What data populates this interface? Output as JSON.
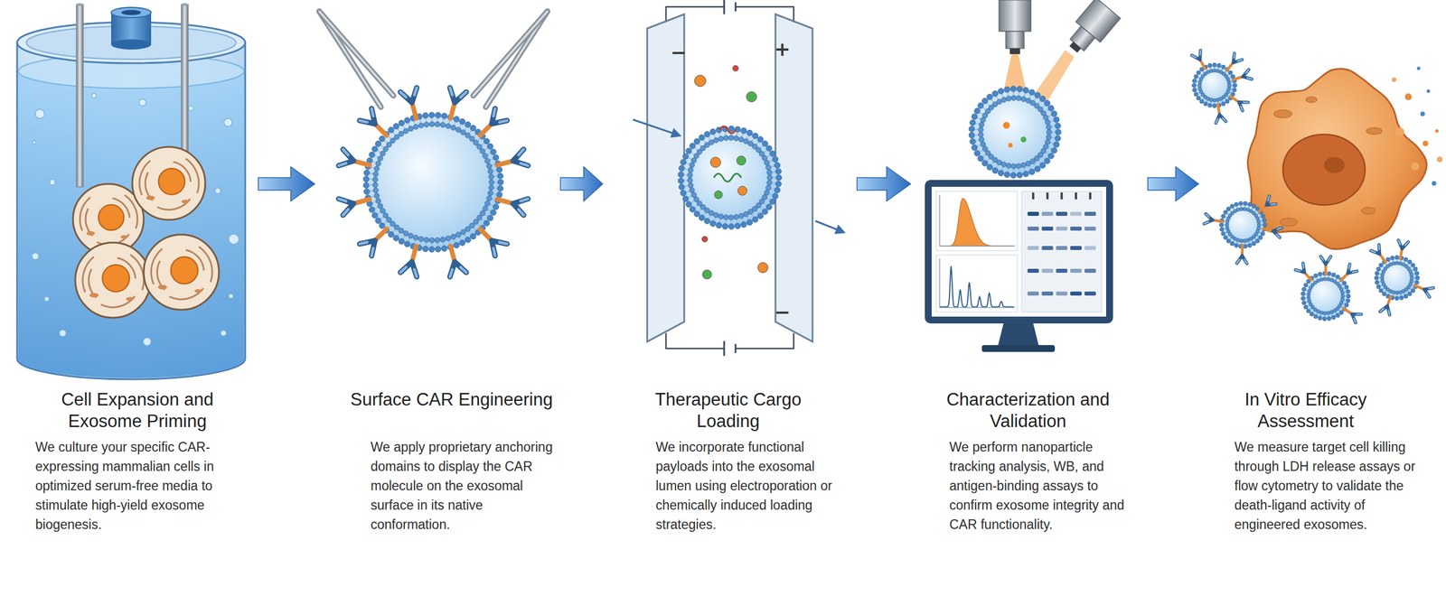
{
  "diagram": {
    "nodes": [
      {
        "text": [
          "Cell Expansion and Exosome Priming",
          "We culture your specific CAR-expressing mammalian cells in optimized serum-free media to stimulate high-yield exosome biogenesis."
        ]
      },
      {
        "text": [
          "Surface CAR Engineering",
          "We apply proprietary anchoring domains to display the CAR molecule on the exosomal surface in its native conformation."
        ]
      },
      {
        "text": [
          "Therapeutic Cargo Loading",
          "We incorporate functional payloads into the exosomal lumen using electroporation or chemically induced loading strategies."
        ]
      },
      {
        "text": [
          "Characterization and Validation",
          "We perform nanoparticle tracking analysis, WB, and antigen-binding assays to confirm exosome integrity and CAR functionality."
        ]
      },
      {
        "text": [
          "In Vitro Efficacy Assessment",
          "We measure target cell killing through LDH release assays or flow cytometry to validate the death-ligand activity of engineered exosomes."
        ]
      }
    ],
    "edges": [
      {
        "from": 0,
        "to": 1,
        "arrow": "to"
      },
      {
        "from": 1,
        "to": 2,
        "arrow": "to"
      },
      {
        "from": 2,
        "to": 3,
        "arrow": "to"
      },
      {
        "from": 3,
        "to": 4,
        "arrow": "to"
      }
    ],
    "labels": [
      "−",
      "+",
      "−"
    ]
  }
}
